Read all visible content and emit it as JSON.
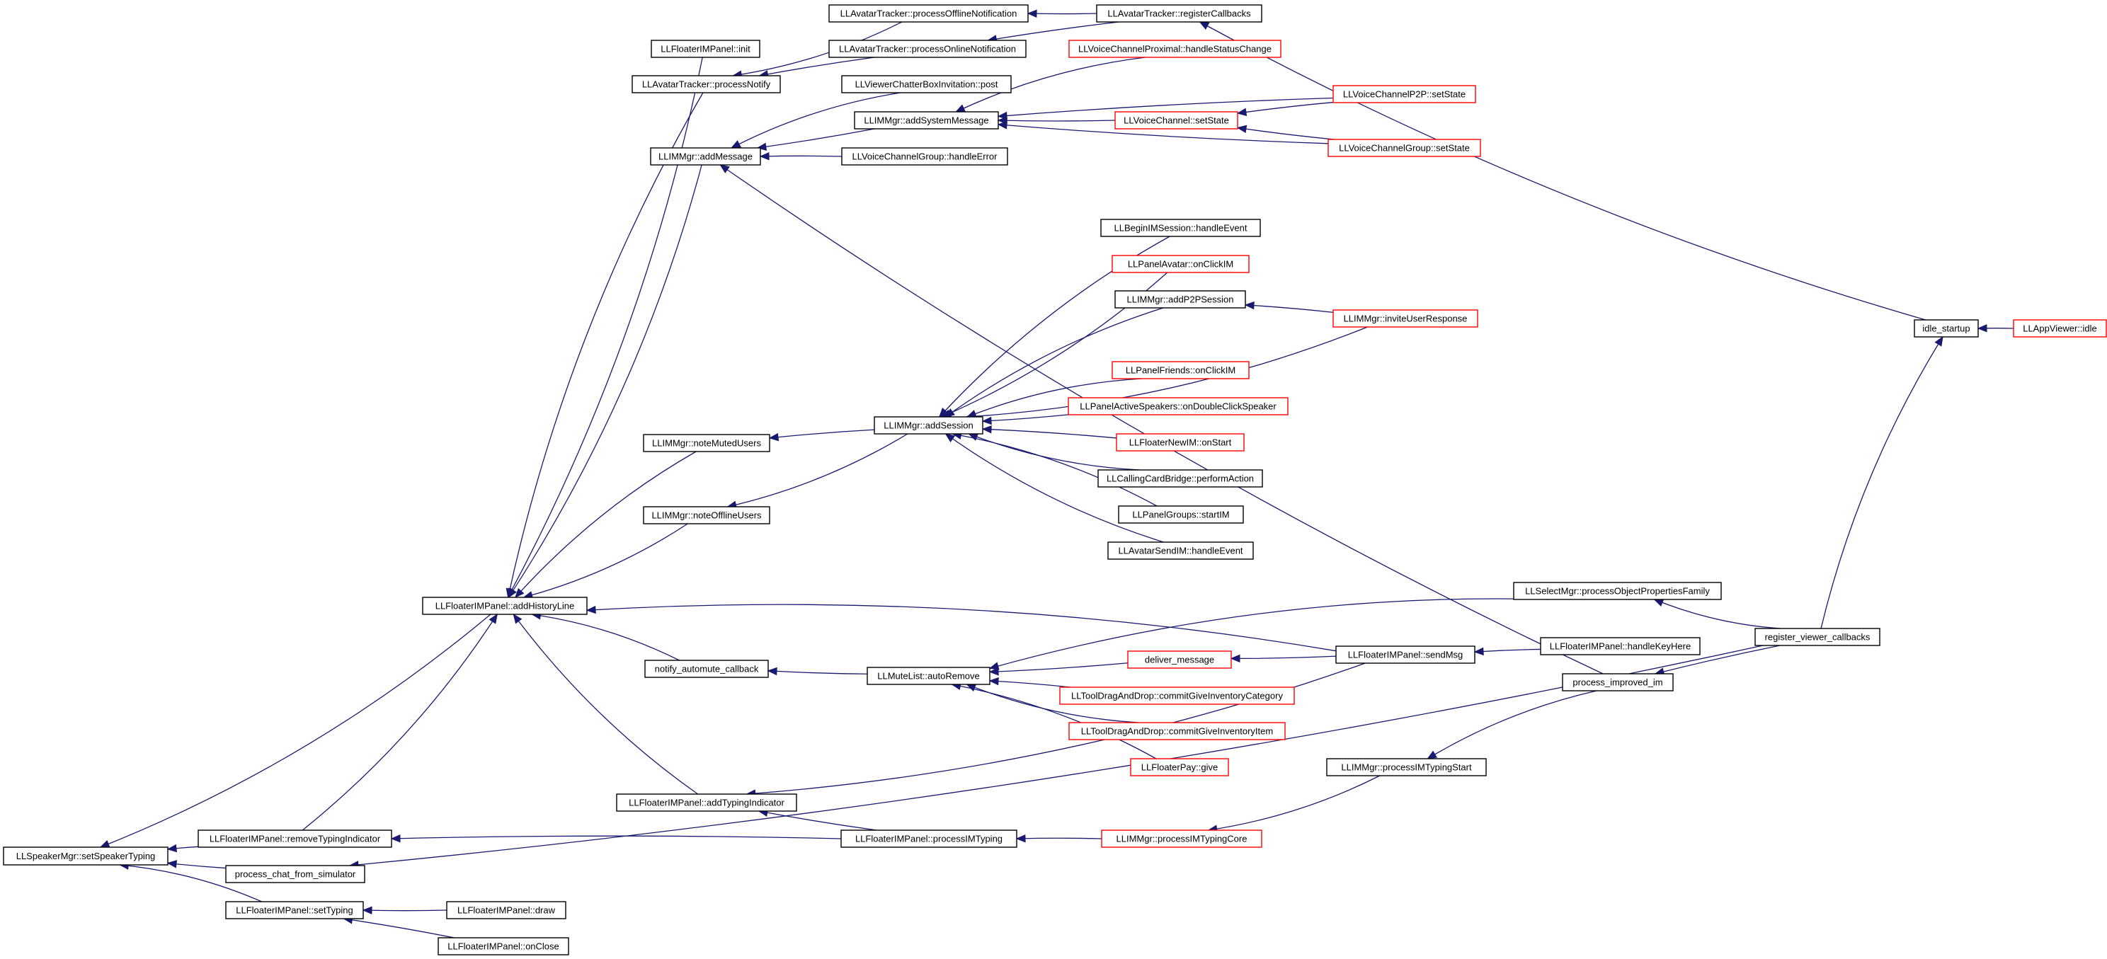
{
  "colors": {
    "edge": "#191970",
    "complete_border": "#000000",
    "truncated_border": "#ff0000",
    "root_fill": "#bfbfbf",
    "node_fill": "#ffffff"
  },
  "nodes": [
    {
      "id": "root",
      "label": "LLSpeakerMgr::setSpeakerTyping",
      "style": "root"
    },
    {
      "id": "fimInit",
      "label": "LLFloaterIMPanel::init",
      "style": "complete"
    },
    {
      "id": "atProcNotify",
      "label": "LLAvatarTracker::processNotify",
      "style": "complete"
    },
    {
      "id": "atOffline",
      "label": "LLAvatarTracker::processOfflineNotification",
      "style": "complete"
    },
    {
      "id": "atOnline",
      "label": "LLAvatarTracker::processOnlineNotification",
      "style": "complete"
    },
    {
      "id": "atRegister",
      "label": "LLAvatarTracker::registerCallbacks",
      "style": "complete"
    },
    {
      "id": "vcProximal",
      "label": "LLVoiceChannelProximal::handleStatusChange",
      "style": "truncated"
    },
    {
      "id": "chatterPost",
      "label": "LLViewerChatterBoxInvitation::post",
      "style": "complete"
    },
    {
      "id": "addSysMsg",
      "label": "LLIMMgr::addSystemMessage",
      "style": "complete"
    },
    {
      "id": "vcSetState",
      "label": "LLVoiceChannel::setState",
      "style": "truncated"
    },
    {
      "id": "vcP2PSetState",
      "label": "LLVoiceChannelP2P::setState",
      "style": "truncated"
    },
    {
      "id": "vcGroupSetState",
      "label": "LLVoiceChannelGroup::setState",
      "style": "truncated"
    },
    {
      "id": "addMessage",
      "label": "LLIMMgr::addMessage",
      "style": "complete"
    },
    {
      "id": "vcGroupErr",
      "label": "LLVoiceChannelGroup::handleError",
      "style": "complete"
    },
    {
      "id": "beginIM",
      "label": "LLBeginIMSession::handleEvent",
      "style": "complete"
    },
    {
      "id": "panelAvatar",
      "label": "LLPanelAvatar::onClickIM",
      "style": "truncated"
    },
    {
      "id": "addP2P",
      "label": "LLIMMgr::addP2PSession",
      "style": "complete"
    },
    {
      "id": "inviteResp",
      "label": "LLIMMgr::inviteUserResponse",
      "style": "truncated"
    },
    {
      "id": "panelFriends",
      "label": "LLPanelFriends::onClickIM",
      "style": "truncated"
    },
    {
      "id": "activeSpk",
      "label": "LLPanelActiveSpeakers::onDoubleClickSpeaker",
      "style": "truncated"
    },
    {
      "id": "addSession",
      "label": "LLIMMgr::addSession",
      "style": "complete"
    },
    {
      "id": "newIM",
      "label": "LLFloaterNewIM::onStart",
      "style": "truncated"
    },
    {
      "id": "callingCard",
      "label": "LLCallingCardBridge::performAction",
      "style": "complete"
    },
    {
      "id": "panelGroups",
      "label": "LLPanelGroups::startIM",
      "style": "complete"
    },
    {
      "id": "avatarSendIM",
      "label": "LLAvatarSendIM::handleEvent",
      "style": "complete"
    },
    {
      "id": "noteMuted",
      "label": "LLIMMgr::noteMutedUsers",
      "style": "complete"
    },
    {
      "id": "noteOffline",
      "label": "LLIMMgr::noteOfflineUsers",
      "style": "complete"
    },
    {
      "id": "idleStartup",
      "label": "idle_startup",
      "style": "complete"
    },
    {
      "id": "appIdle",
      "label": "LLAppViewer::idle",
      "style": "truncated"
    },
    {
      "id": "addHistory",
      "label": "LLFloaterIMPanel::addHistoryLine",
      "style": "complete"
    },
    {
      "id": "selectMgr",
      "label": "LLSelectMgr::processObjectPropertiesFamily",
      "style": "complete"
    },
    {
      "id": "regViewer",
      "label": "register_viewer_callbacks",
      "style": "complete"
    },
    {
      "id": "automute",
      "label": "notify_automute_callback",
      "style": "complete"
    },
    {
      "id": "muteAuto",
      "label": "LLMuteList::autoRemove",
      "style": "complete"
    },
    {
      "id": "deliverMsg",
      "label": "deliver_message",
      "style": "truncated"
    },
    {
      "id": "sendMsg",
      "label": "LLFloaterIMPanel::sendMsg",
      "style": "complete"
    },
    {
      "id": "handleKey",
      "label": "LLFloaterIMPanel::handleKeyHere",
      "style": "complete"
    },
    {
      "id": "giveCat",
      "label": "LLToolDragAndDrop::commitGiveInventoryCategory",
      "style": "truncated"
    },
    {
      "id": "processImproved",
      "label": "process_improved_im",
      "style": "complete"
    },
    {
      "id": "giveItem",
      "label": "LLToolDragAndDrop::commitGiveInventoryItem",
      "style": "truncated"
    },
    {
      "id": "floaterPay",
      "label": "LLFloaterPay::give",
      "style": "truncated"
    },
    {
      "id": "imTypingStart",
      "label": "LLIMMgr::processIMTypingStart",
      "style": "complete"
    },
    {
      "id": "addTypingInd",
      "label": "LLFloaterIMPanel::addTypingIndicator",
      "style": "complete"
    },
    {
      "id": "removeTypingInd",
      "label": "LLFloaterIMPanel::removeTypingIndicator",
      "style": "complete"
    },
    {
      "id": "procIMTyping",
      "label": "LLFloaterIMPanel::processIMTyping",
      "style": "complete"
    },
    {
      "id": "imTypingCore",
      "label": "LLIMMgr::processIMTypingCore",
      "style": "truncated"
    },
    {
      "id": "chatFromSim",
      "label": "process_chat_from_simulator",
      "style": "complete"
    },
    {
      "id": "setTyping",
      "label": "LLFloaterIMPanel::setTyping",
      "style": "complete"
    },
    {
      "id": "fimDraw",
      "label": "LLFloaterIMPanel::draw",
      "style": "complete"
    },
    {
      "id": "fimOnClose",
      "label": "LLFloaterIMPanel::onClose",
      "style": "complete"
    }
  ],
  "edges": [
    {
      "from": "fimInit",
      "to": "addHistory"
    },
    {
      "from": "atProcNotify",
      "to": "addHistory"
    },
    {
      "from": "addMessage",
      "to": "addHistory"
    },
    {
      "from": "noteMuted",
      "to": "addHistory"
    },
    {
      "from": "noteOffline",
      "to": "addHistory"
    },
    {
      "from": "automute",
      "to": "addHistory"
    },
    {
      "from": "addTypingInd",
      "to": "addHistory"
    },
    {
      "from": "sendMsg",
      "to": "addHistory"
    },
    {
      "from": "addHistory",
      "to": "root"
    },
    {
      "from": "removeTypingInd",
      "to": "root"
    },
    {
      "from": "chatFromSim",
      "to": "root"
    },
    {
      "from": "setTyping",
      "to": "root"
    },
    {
      "from": "atOffline",
      "to": "atProcNotify"
    },
    {
      "from": "atOnline",
      "to": "atProcNotify"
    },
    {
      "from": "atRegister",
      "to": "atOffline"
    },
    {
      "from": "atRegister",
      "to": "atOnline"
    },
    {
      "from": "idleStartup",
      "to": "atRegister"
    },
    {
      "from": "appIdle",
      "to": "idleStartup"
    },
    {
      "from": "regViewer",
      "to": "idleStartup"
    },
    {
      "from": "chatterPost",
      "to": "addMessage"
    },
    {
      "from": "addSysMsg",
      "to": "addMessage"
    },
    {
      "from": "vcGroupErr",
      "to": "addMessage"
    },
    {
      "from": "processImproved",
      "to": "addMessage"
    },
    {
      "from": "vcProximal",
      "to": "addSysMsg"
    },
    {
      "from": "vcSetState",
      "to": "addSysMsg"
    },
    {
      "from": "vcP2PSetState",
      "to": "addSysMsg"
    },
    {
      "from": "vcGroupSetState",
      "to": "addSysMsg"
    },
    {
      "from": "vcP2PSetState",
      "to": "vcSetState"
    },
    {
      "from": "vcGroupSetState",
      "to": "vcSetState"
    },
    {
      "from": "addSession",
      "to": "noteMuted"
    },
    {
      "from": "addSession",
      "to": "noteOffline"
    },
    {
      "from": "beginIM",
      "to": "addSession"
    },
    {
      "from": "panelAvatar",
      "to": "addSession"
    },
    {
      "from": "addP2P",
      "to": "addSession"
    },
    {
      "from": "inviteResp",
      "to": "addSession"
    },
    {
      "from": "panelFriends",
      "to": "addSession"
    },
    {
      "from": "activeSpk",
      "to": "addSession"
    },
    {
      "from": "newIM",
      "to": "addSession"
    },
    {
      "from": "callingCard",
      "to": "addSession"
    },
    {
      "from": "panelGroups",
      "to": "addSession"
    },
    {
      "from": "avatarSendIM",
      "to": "addSession"
    },
    {
      "from": "inviteResp",
      "to": "addP2P"
    },
    {
      "from": "muteAuto",
      "to": "automute"
    },
    {
      "from": "selectMgr",
      "to": "muteAuto"
    },
    {
      "from": "deliverMsg",
      "to": "muteAuto"
    },
    {
      "from": "giveCat",
      "to": "muteAuto"
    },
    {
      "from": "giveItem",
      "to": "muteAuto"
    },
    {
      "from": "floaterPay",
      "to": "muteAuto"
    },
    {
      "from": "sendMsg",
      "to": "deliverMsg"
    },
    {
      "from": "handleKey",
      "to": "sendMsg"
    },
    {
      "from": "regViewer",
      "to": "selectMgr"
    },
    {
      "from": "regViewer",
      "to": "processImproved"
    },
    {
      "from": "regViewer",
      "to": "chatFromSim"
    },
    {
      "from": "processImproved",
      "to": "imTypingStart"
    },
    {
      "from": "imTypingStart",
      "to": "imTypingCore"
    },
    {
      "from": "imTypingCore",
      "to": "procIMTyping"
    },
    {
      "from": "procIMTyping",
      "to": "addTypingInd"
    },
    {
      "from": "procIMTyping",
      "to": "removeTypingInd"
    },
    {
      "from": "sendMsg",
      "to": "addTypingInd"
    },
    {
      "from": "removeTypingInd",
      "to": "addHistory"
    },
    {
      "from": "fimDraw",
      "to": "setTyping"
    },
    {
      "from": "fimOnClose",
      "to": "setTyping"
    }
  ]
}
